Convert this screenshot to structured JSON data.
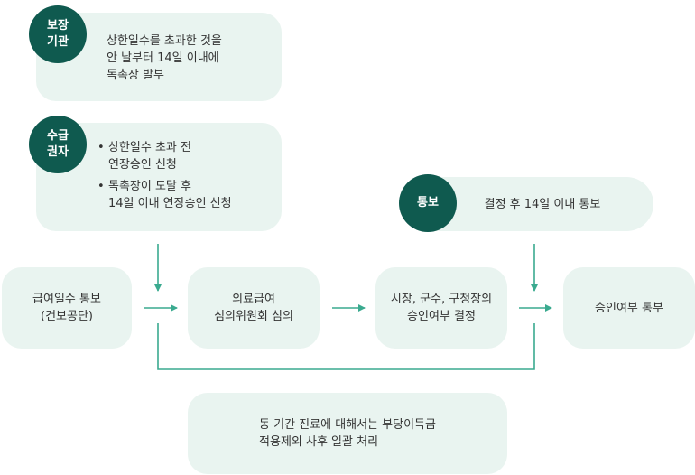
{
  "top_left": {
    "badge_line1": "보장",
    "badge_line2": "기관",
    "line1": "상한일수를 초과한 것을",
    "line2": "안 날부터 14일 이내에",
    "line3": "독촉장 발부"
  },
  "mid_left": {
    "badge_line1": "수급",
    "badge_line2": "권자",
    "bullet1_line1": "상한일수 초과 전",
    "bullet1_line2": "연장승인 신청",
    "bullet2_line1": "독촉장이 도달 후",
    "bullet2_line2": "14일 이내 연장승인 신청"
  },
  "notice": {
    "badge": "통보",
    "text": "결정 후 14일 이내 통보"
  },
  "flow": [
    {
      "line1": "급여일수 통보",
      "line2": "(건보공단)"
    },
    {
      "line1": "의료급여",
      "line2": "심의위원회 심의"
    },
    {
      "line1": "시장, 군수, 구청장의",
      "line2": "승인여부 결정"
    },
    {
      "line1": "승인여부 통부",
      "line2": ""
    }
  ],
  "bottom": {
    "line1": "동 기간 진료에 대해서는 부당이득금",
    "line2": "적용제외 사후 일괄 처리"
  },
  "colors": {
    "box_fill": "#e9f4f0",
    "badge_fill": "#0f5a4f",
    "arrow": "#3aaa8f"
  }
}
